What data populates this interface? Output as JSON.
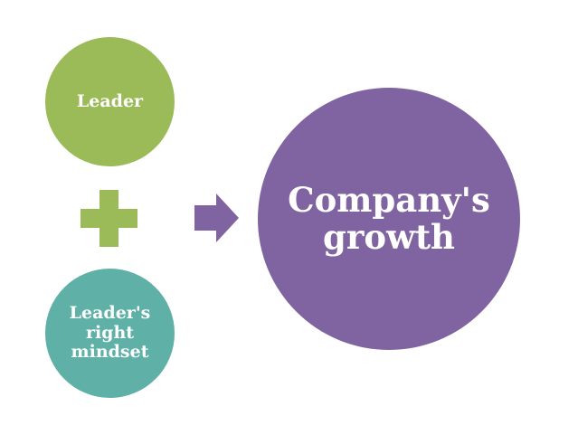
{
  "diagram": {
    "leader_label": "Leader",
    "mindset_label": "Leader's\nright\nmindset",
    "growth_label": "Company's\ngrowth"
  },
  "colors": {
    "leader": "#9bbb59",
    "plus": "#9bbb59",
    "mindset": "#5fb0a7",
    "arrow": "#8064a2",
    "growth": "#8064a2"
  },
  "icons": {
    "plus": "plus-icon",
    "arrow": "right-arrow-icon"
  }
}
